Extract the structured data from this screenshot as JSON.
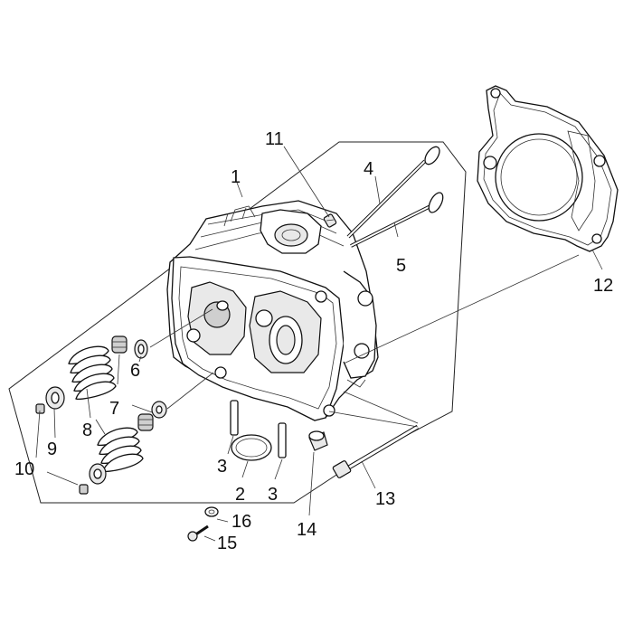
{
  "diagram": {
    "callouts": [
      {
        "id": "1",
        "text": "1"
      },
      {
        "id": "2",
        "text": "2"
      },
      {
        "id": "3a",
        "text": "3"
      },
      {
        "id": "3b",
        "text": "3"
      },
      {
        "id": "4",
        "text": "4"
      },
      {
        "id": "5",
        "text": "5"
      },
      {
        "id": "6",
        "text": "6"
      },
      {
        "id": "7",
        "text": "7"
      },
      {
        "id": "8",
        "text": "8"
      },
      {
        "id": "9",
        "text": "9"
      },
      {
        "id": "10",
        "text": "10"
      },
      {
        "id": "11",
        "text": "11"
      },
      {
        "id": "12",
        "text": "12"
      },
      {
        "id": "13",
        "text": "13"
      },
      {
        "id": "14",
        "text": "14"
      },
      {
        "id": "15",
        "text": "15"
      },
      {
        "id": "16",
        "text": "16"
      }
    ]
  }
}
